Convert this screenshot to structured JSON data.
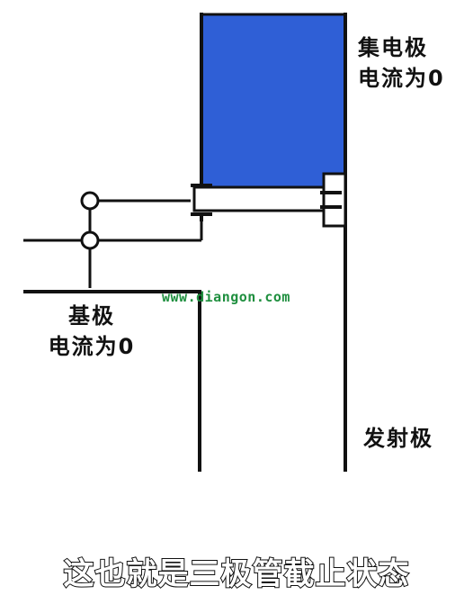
{
  "diagram": {
    "labels": {
      "collector_line1": "集电极",
      "collector_line2": "电流为0",
      "base_line1": "基极",
      "base_line2": "电流为0",
      "emitter": "发射极"
    },
    "watermark": "www.diangon.com",
    "caption": "这也就是三极管截止状态",
    "colors": {
      "collector_fill": "#2f5fd6",
      "line": "#111111",
      "watermark_green": "#1f8f3f"
    }
  }
}
